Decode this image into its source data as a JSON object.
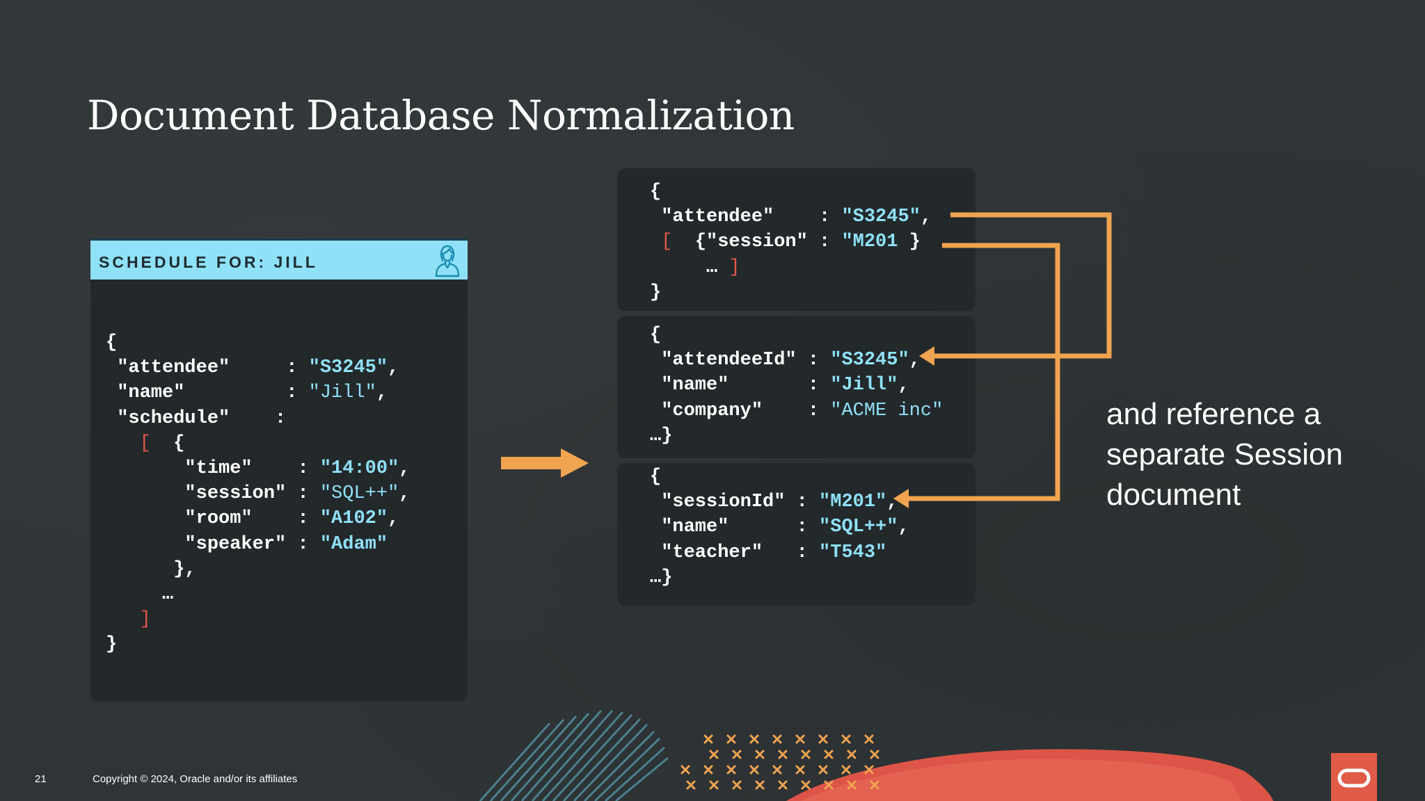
{
  "slide": {
    "title": "Document Database Normalization",
    "page_number": "21",
    "copyright": "Copyright © 2024, Oracle and/or its affiliates",
    "side_text": "and reference a separate Session document"
  },
  "schedule_card": {
    "header_label": "SCHEDULE FOR: JILL",
    "icon": "person-icon",
    "lines": {
      "open": "{",
      "attendee_key": " \"attendee\"     : ",
      "attendee_val": "\"S3245\"",
      "attendee_tail": ",",
      "name_key": " \"name\"         : ",
      "name_val": "\"Jill\"",
      "name_tail": ",",
      "schedule_key": " \"schedule\"    :",
      "bracket_open": "[",
      "brace_open": "{",
      "time_key": "\"time\"    : ",
      "time_val": "\"14:00\"",
      "time_tail": ",",
      "session_key": "\"session\" : ",
      "session_val": "\"SQL++\"",
      "session_tail": ",",
      "room_key": "\"room\"    : ",
      "room_val": "\"A102\"",
      "room_tail": ",",
      "speaker_key": "\"speaker\" : ",
      "speaker_val": "\"Adam\"",
      "brace_close": "},",
      "ellipsis": "…",
      "bracket_close": "]",
      "close": "}"
    }
  },
  "attendee_doc": {
    "open": "{",
    "attendee_key": " \"attendee\"    : ",
    "attendee_val": "\"S3245\"",
    "attendee_tail": ",",
    "bracket_open": "[",
    "session_key": "{\"session\" : ",
    "session_val": "\"M201",
    "session_tail": " }",
    "ellipsis": "…",
    "bracket_close": "]",
    "close": "}"
  },
  "person_doc": {
    "open": "{",
    "id_key": " \"attendeeId\" : ",
    "id_val": "\"S3245\"",
    "id_tail": ",",
    "name_key": " \"name\"       : ",
    "name_val": "\"Jill\"",
    "name_tail": ",",
    "company_key": " \"company\"    : ",
    "company_val": "\"ACME inc\"",
    "close": "…}"
  },
  "session_doc": {
    "open": "{",
    "id_key": " \"sessionId\" : ",
    "id_val": "\"M201\"",
    "id_tail": ",",
    "name_key": " \"name\"      : ",
    "name_val": "\"SQL++\"",
    "name_tail": ",",
    "teacher_key": " \"teacher\"   : ",
    "teacher_val": "\"T543\"",
    "close": "…}"
  },
  "colors": {
    "background": "#2f3436",
    "card": "#23282a",
    "header": "#8fe1f7",
    "value": "#8fe1f7",
    "bracket": "#e4584a",
    "arrow": "#f0a450",
    "oracle_red": "#e05a48"
  }
}
